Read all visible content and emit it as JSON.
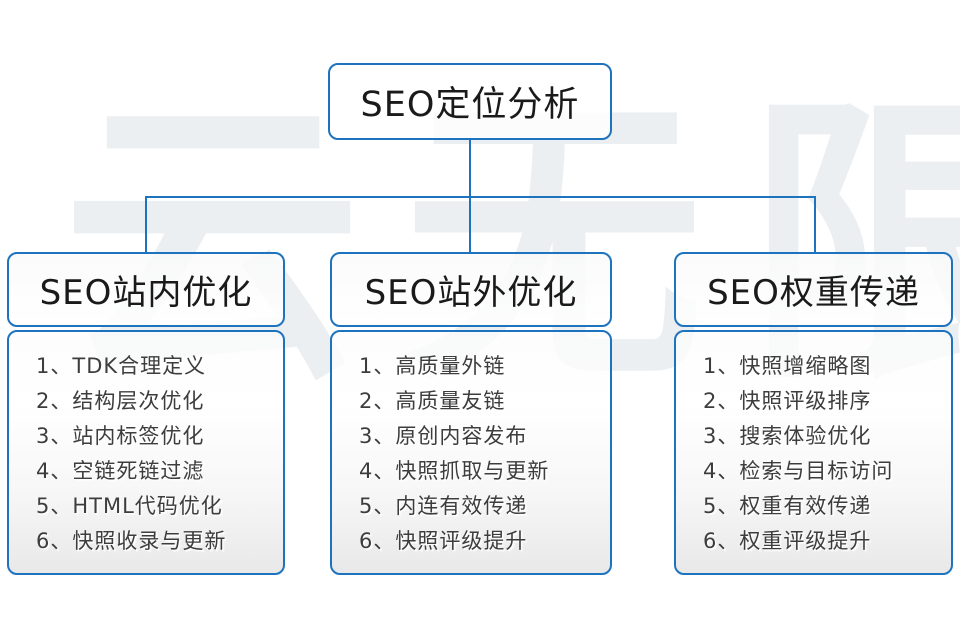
{
  "root": {
    "title": "SEO定位分析"
  },
  "watermark": {
    "text": "云无限"
  },
  "columns": [
    {
      "header": "SEO站内优化",
      "items": [
        "1、TDK合理定义",
        "2、结构层次优化",
        "3、站内标签优化",
        "4、空链死链过滤",
        "5、HTML代码优化",
        "6、快照收录与更新"
      ]
    },
    {
      "header": "SEO站外优化",
      "items": [
        "1、高质量外链",
        "2、高质量友链",
        "3、原创内容发布",
        "4、快照抓取与更新",
        "5、内连有效传递",
        "6、快照评级提升"
      ]
    },
    {
      "header": "SEO权重传递",
      "items": [
        "1、快照增缩略图",
        "2、快照评级排序",
        "3、搜索体验优化",
        "4、检索与目标访问",
        "5、权重有效传递",
        "6、权重评级提升"
      ]
    }
  ],
  "colors": {
    "accent_blue": "#1e73be",
    "text_dark": "#1a1a1a",
    "list_text": "#3d3d3d",
    "watermark_gray": "#eceff1"
  }
}
